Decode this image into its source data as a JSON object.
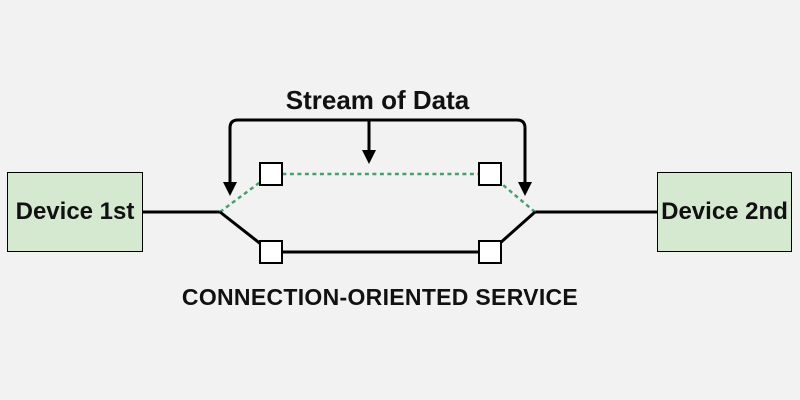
{
  "colors": {
    "background": "#f2f2f2",
    "device-fill": "#d5e8d0",
    "device-border": "#000000",
    "line": "#000000",
    "stream-dash": "#4a9e6e",
    "node-fill": "#ffffff",
    "text": "#111111"
  },
  "diagram": {
    "title": "Stream of Data",
    "caption": "CONNECTION-ORIENTED SERVICE",
    "devices": [
      {
        "label": "Device 1st"
      },
      {
        "label": "Device 2nd"
      }
    ],
    "packet_node_count": 4
  }
}
